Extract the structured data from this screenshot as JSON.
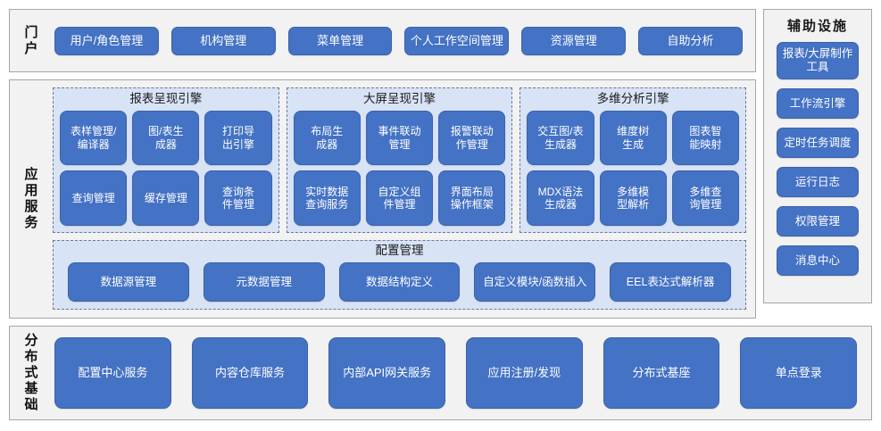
{
  "portal": {
    "label": "门户",
    "items": [
      "用户/角色管理",
      "机构管理",
      "菜单管理",
      "个人工作空间管理",
      "资源管理",
      "自助分析"
    ]
  },
  "aux": {
    "title": "辅助设施",
    "items": [
      "报表/大屏制作工具",
      "工作流引擎",
      "定时任务调度",
      "运行日志",
      "权限管理",
      "消息中心"
    ]
  },
  "app_service": {
    "label": "应用服务",
    "engines": [
      {
        "title": "报表呈现引擎",
        "items": [
          "表样管理/\n编译器",
          "图/表生\n成器",
          "打印导\n出引擎",
          "查询管理",
          "缓存管理",
          "查询条\n件管理"
        ]
      },
      {
        "title": "大屏呈现引擎",
        "items": [
          "布局生\n成器",
          "事件联动\n管理",
          "报警联动\n作管理",
          "实时数据\n查询服务",
          "自定义组\n件管理",
          "界面布局\n操作框架"
        ]
      },
      {
        "title": "多维分析引擎",
        "items": [
          "交互图/表\n生成器",
          "维度树\n生成",
          "图表智\n能映射",
          "MDX语法\n生成器",
          "多维模\n型解析",
          "多维查\n询管理"
        ]
      }
    ],
    "config": {
      "title": "配置管理",
      "items": [
        "数据源管理",
        "元数据管理",
        "数据结构定义",
        "自定义模块/函数插入",
        "EEL表达式解析器"
      ]
    }
  },
  "base": {
    "label": "分布式基础",
    "items": [
      "配置中心服务",
      "内容仓库服务",
      "内部API网关服务",
      "应用注册/发现",
      "分布式基座",
      "单点登录"
    ]
  },
  "colors": {
    "button": "#4472c4",
    "panel": "#d9e3f6",
    "section": "#f2f2f2"
  }
}
